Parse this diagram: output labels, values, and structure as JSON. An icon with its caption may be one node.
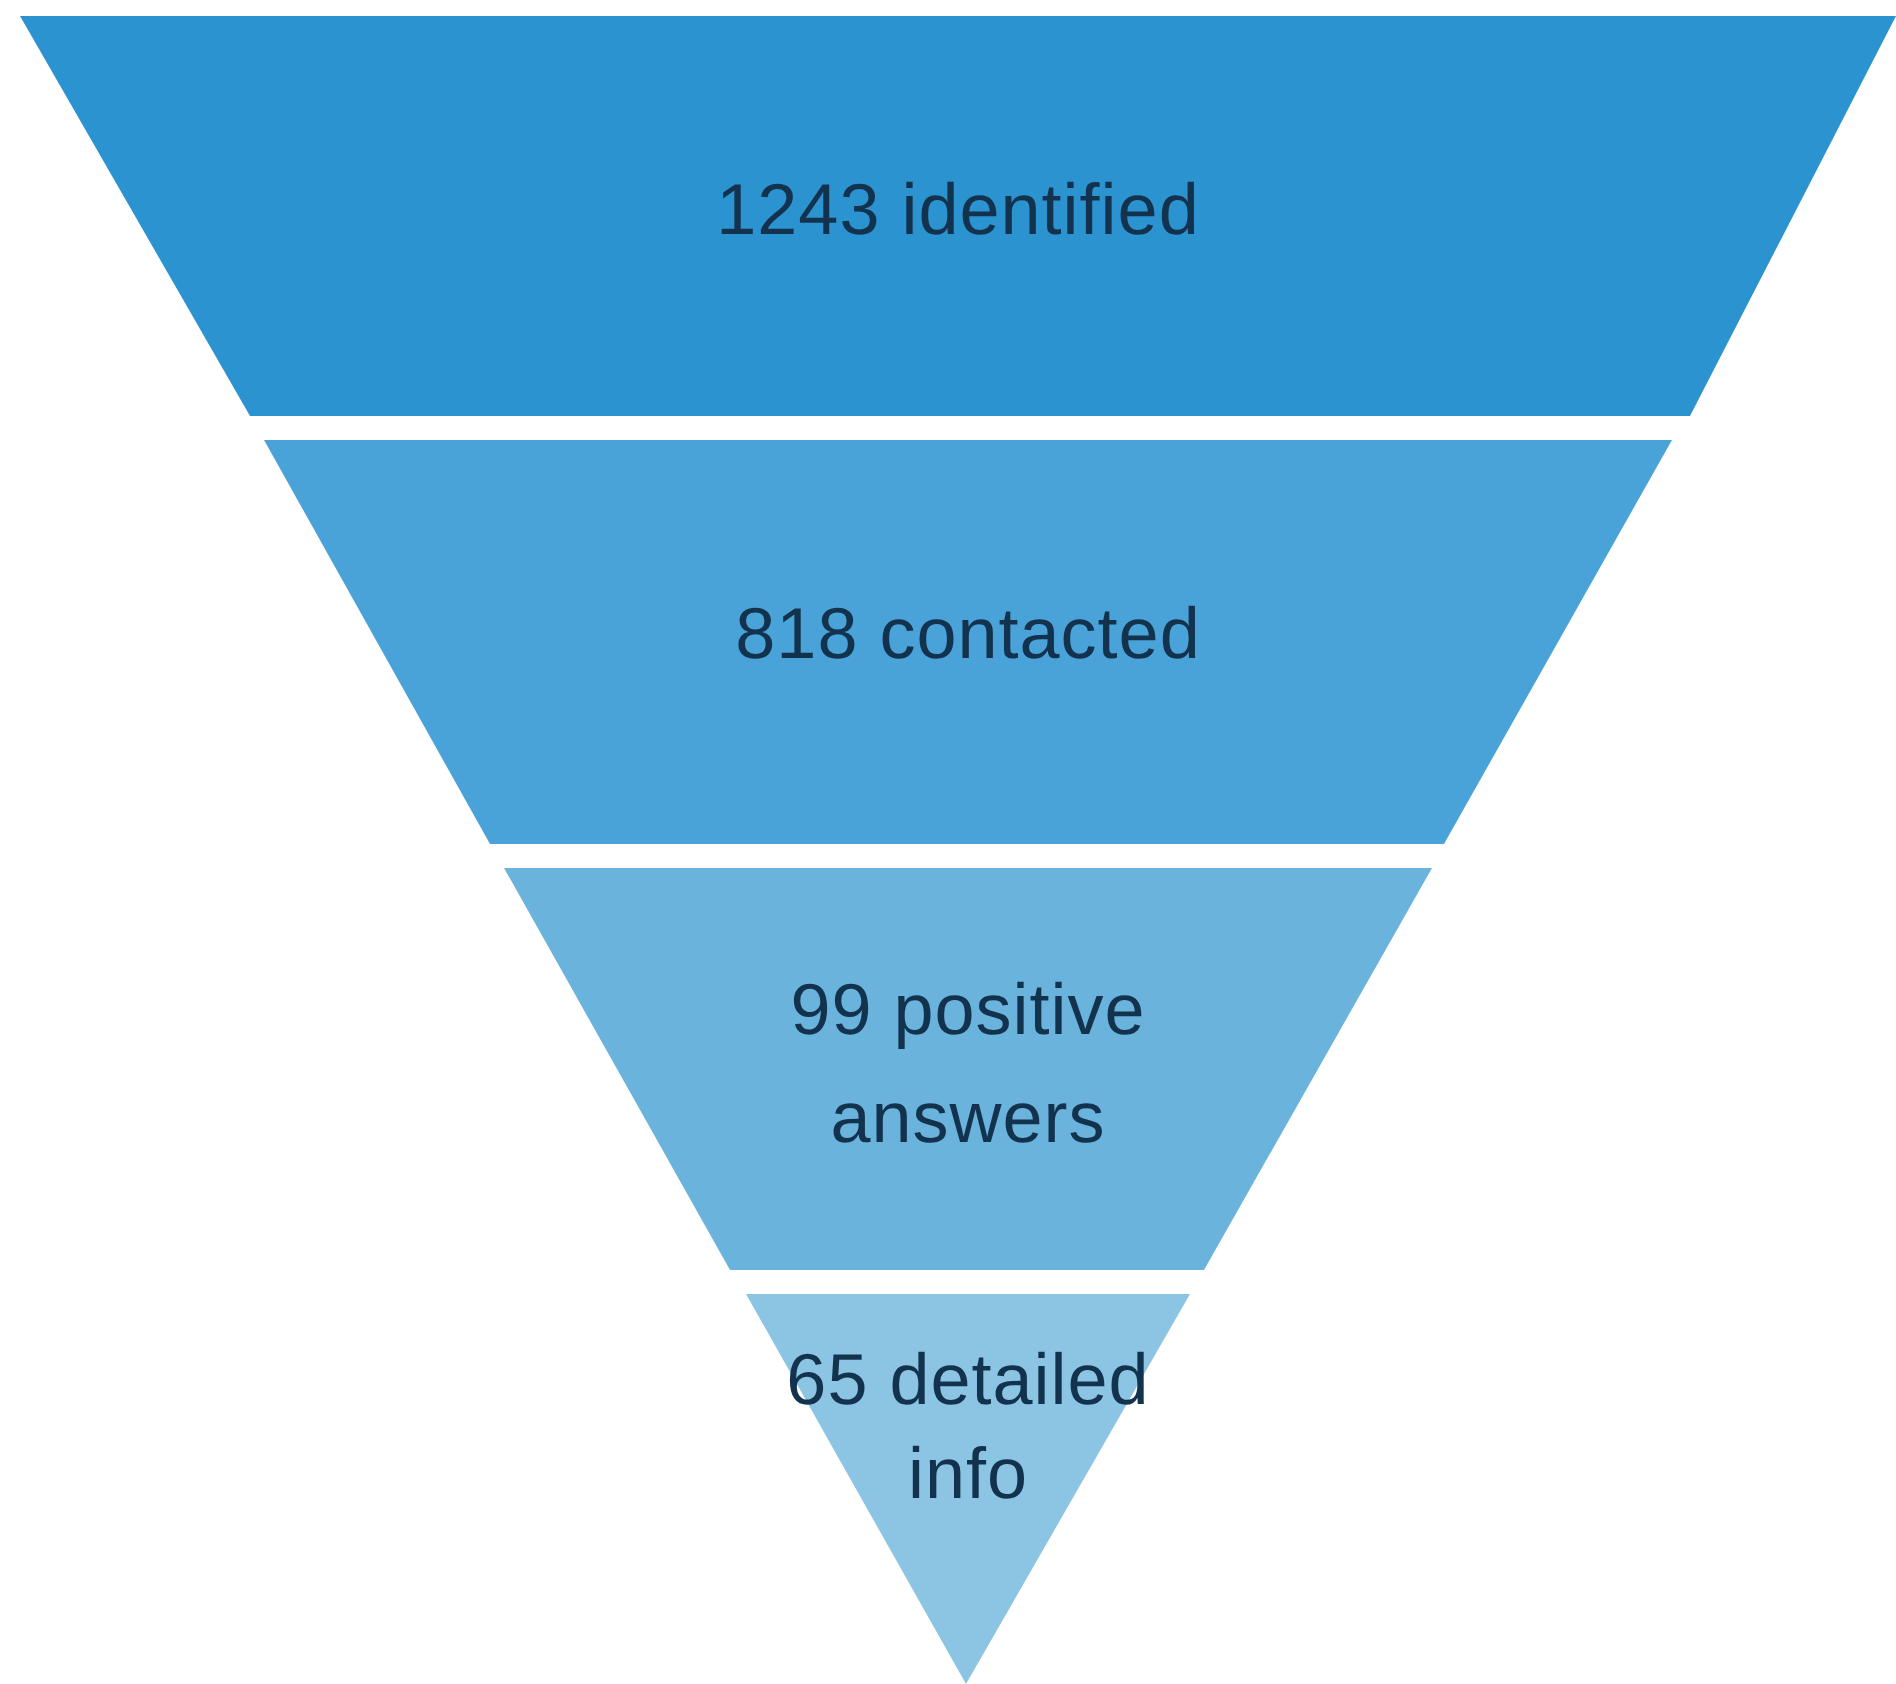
{
  "diagram": {
    "nodes": [
      {
        "text": [
          "1243 identified"
        ]
      },
      {
        "text": [
          "818 contacted"
        ]
      },
      {
        "text": [
          "99 positive answers"
        ]
      },
      {
        "text": [
          "65 detailed info"
        ]
      }
    ]
  }
}
